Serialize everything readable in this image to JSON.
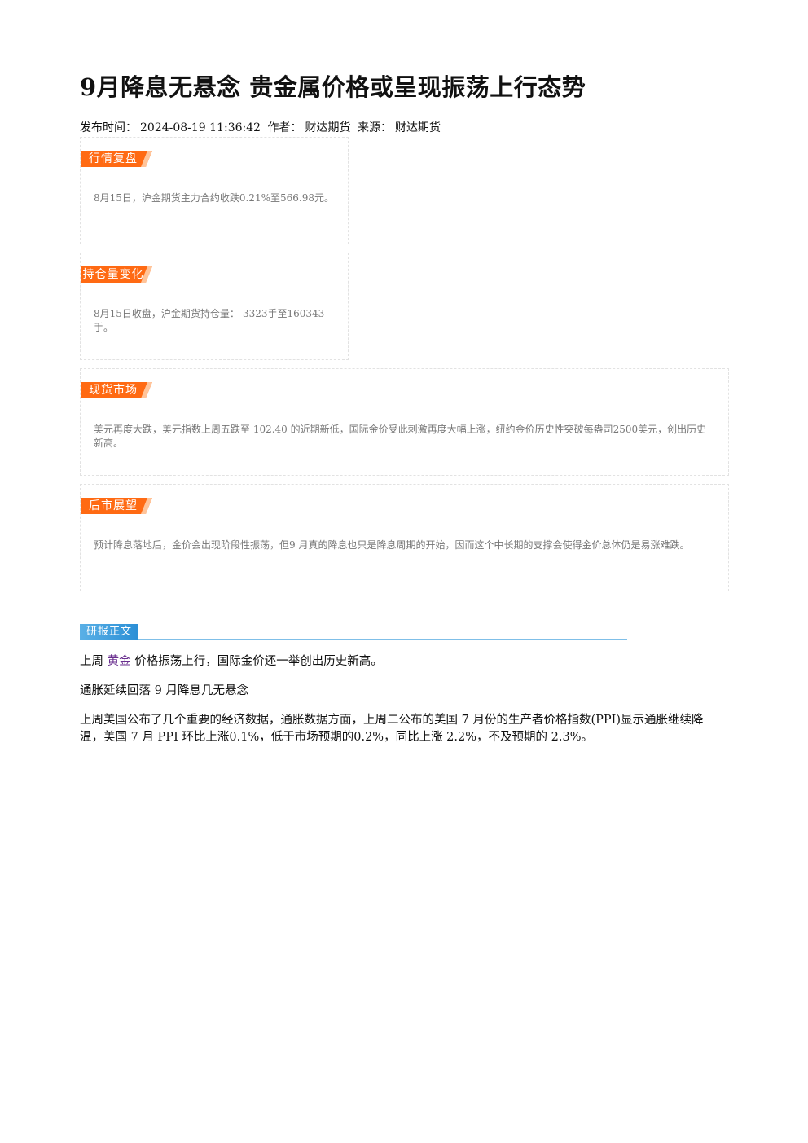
{
  "article": {
    "title": "9月降息无悬念 贵金属价格或呈现振荡上行态势",
    "meta": {
      "publish_label": "发布时间：",
      "publish_time": "2024-08-19 11:36:42",
      "author_label": "作者：",
      "author": "财达期货",
      "source_label": "来源：",
      "source": "财达期货"
    }
  },
  "cards": [
    {
      "tag": "行情复盘",
      "body": "8月15日，沪金期货主力合约收跌0.21%至566.98元。"
    },
    {
      "tag": "持仓量变化",
      "body": "8月15日收盘，沪金期货持仓量：-3323手至160343手。"
    },
    {
      "tag": "现货市场",
      "body": "美元再度大跌，美元指数上周五跌至 102.40 的近期新低，国际金价受此刺激再度大幅上涨，纽约金价历史性突破每盎司2500美元，创出历史新高。"
    },
    {
      "tag": "后市展望",
      "body": "预计降息落地后，金价会出现阶段性振荡，但9 月真的降息也只是降息周期的开始，因而这个中长期的支撑会使得金价总体仍是易涨难跌。"
    }
  ],
  "report": {
    "section_label": "研报正文",
    "p1_prefix": "上周 ",
    "p1_link": "黄金",
    "p1_suffix": " 价格振荡上行，国际金价还一举创出历史新高。",
    "p2": "通胀延续回落 9 月降息几无悬念",
    "p3": "上周美国公布了几个重要的经济数据，通胀数据方面，上周二公布的美国 7 月份的生产者价格指数(PPI)显示通胀继续降温，美国 7 月 PPI 环比上涨0.1%，低于市场预期的0.2%，同比上涨 2.2%，不及预期的 2.3%。"
  },
  "colors": {
    "tag_orange": "#ff6a13",
    "section_blue": "#2b8fd6",
    "link_purple": "#6a2f8f"
  }
}
